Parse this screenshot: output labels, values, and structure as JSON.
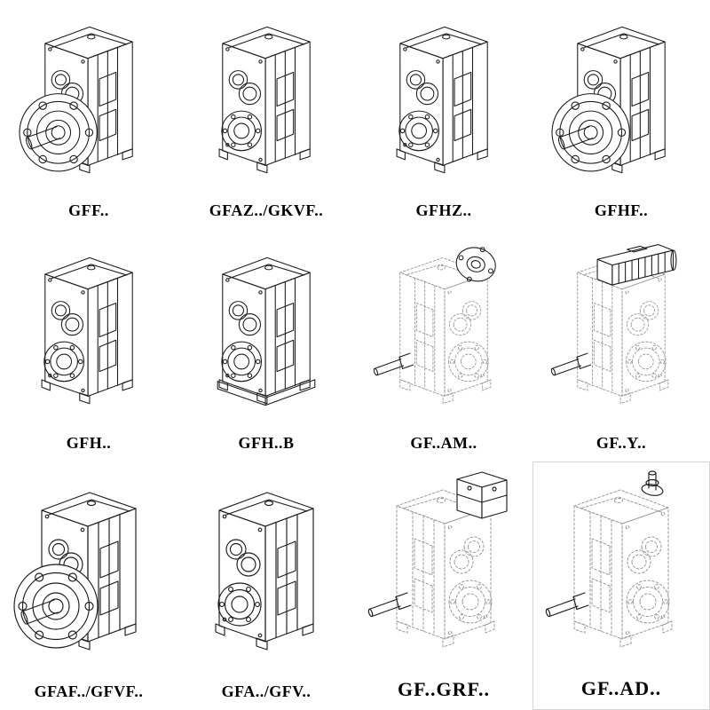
{
  "catalog": {
    "items": [
      {
        "label": "GFF..",
        "variant": "flange-output"
      },
      {
        "label": "GFAZ../GKVF..",
        "variant": "hollow-shaft"
      },
      {
        "label": "GFHZ..",
        "variant": "hollow-shaft"
      },
      {
        "label": "GFHF..",
        "variant": "flange-output"
      },
      {
        "label": "GFH..",
        "variant": "hollow-shaft"
      },
      {
        "label": "GFH..B",
        "variant": "hollow-shaft-foot"
      },
      {
        "label": "GF..AM..",
        "variant": "iec-adapter-flange"
      },
      {
        "label": "GF..Y..",
        "variant": "integral-motor"
      },
      {
        "label": "GFAF../GFVF..",
        "variant": "flange-output"
      },
      {
        "label": "GFA../GFV..",
        "variant": "hollow-shaft"
      },
      {
        "label": "GF..GRF..",
        "variant": "cover-adapter"
      },
      {
        "label": "GF..AD..",
        "variant": "input-shaft-adapter"
      }
    ]
  },
  "colors": {
    "line": "#1c1c1c",
    "dashed_line": "#9a9a9a",
    "background": "#ffffff"
  }
}
